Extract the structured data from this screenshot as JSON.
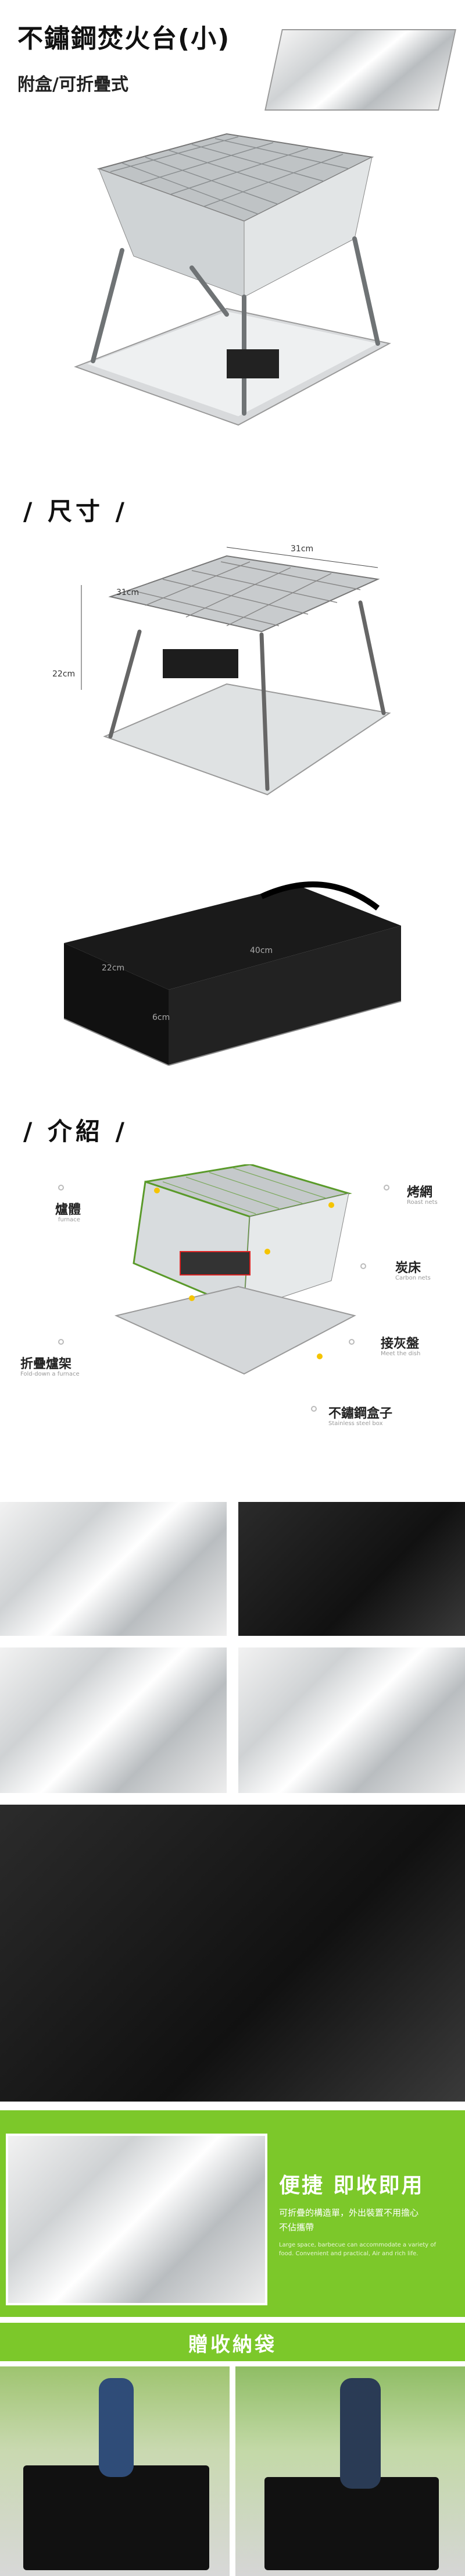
{
  "hero": {
    "title": "不鏽鋼焚火台(小)",
    "subtitle": "附盒/可折疊式"
  },
  "dimensions": {
    "heading": "/ 尺寸 /",
    "width_top": "31cm",
    "depth_left": "31cm",
    "height": "22cm",
    "bag_length": "40cm",
    "bag_width": "22cm",
    "bag_height": "6cm"
  },
  "intro": {
    "heading": "/ 介紹 /",
    "parts": [
      {
        "label": "爐體",
        "sub": "furnace"
      },
      {
        "label": "烤網",
        "sub": "Roast nets"
      },
      {
        "label": "炭床",
        "sub": "Carbon nets"
      },
      {
        "label": "接灰盤",
        "sub": "Meet the dish"
      },
      {
        "label": "折疊爐架",
        "sub": "Fold-down a furnace"
      },
      {
        "label": "不鏽鋼盒子",
        "sub": "Stainless steel box"
      }
    ]
  },
  "feature": {
    "title": "便捷 即收即用",
    "line1": "可折疊的構造單，外出裝置不用擔心",
    "line2": "不佔攜帶",
    "en1": "Large space, barbecue can accommodate a variety of",
    "en2": "food. Convenient and practical, Air and rich life."
  },
  "gift": {
    "label": "贈收納袋"
  }
}
